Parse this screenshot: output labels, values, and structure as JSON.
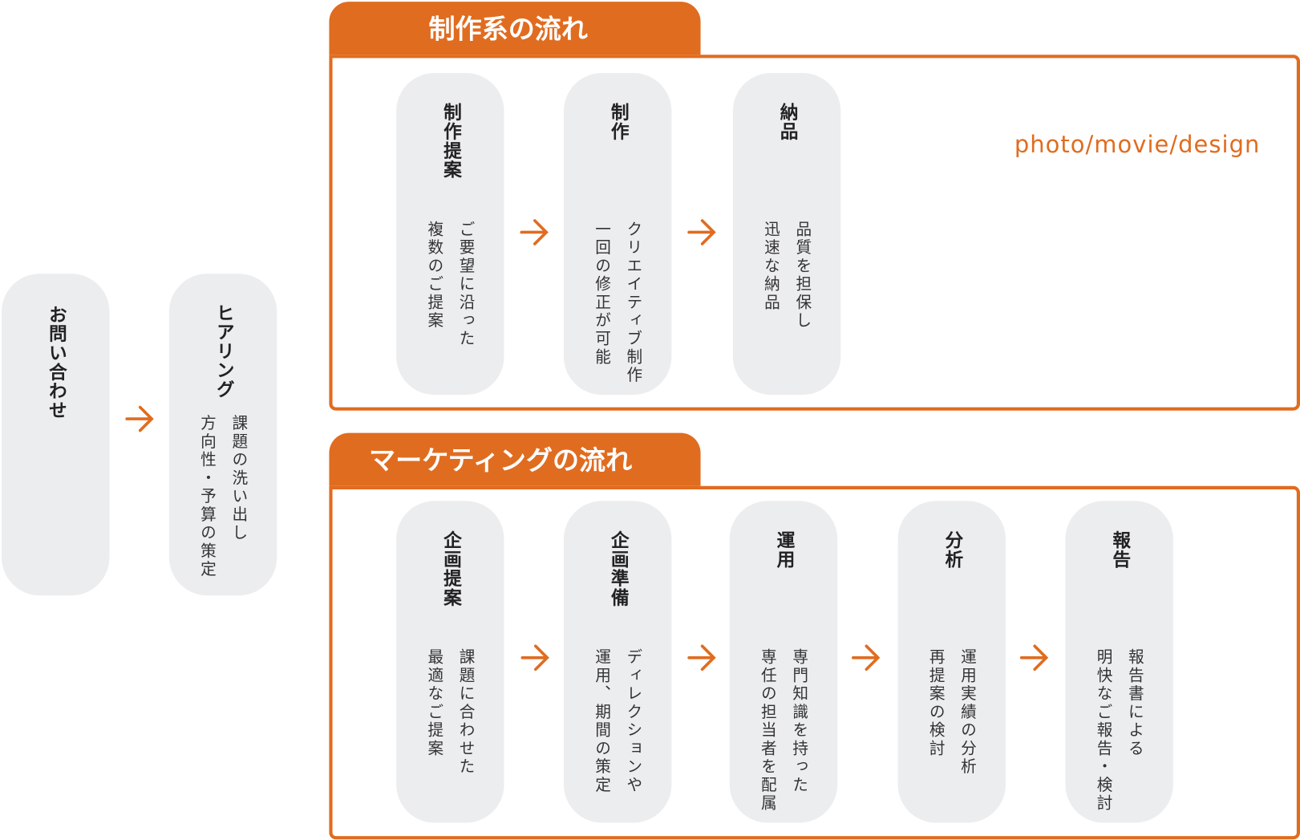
{
  "pre_steps": [
    {
      "title": "お問い合わせ",
      "desc": ""
    },
    {
      "title": "ヒアリング",
      "desc": "課題の洗い出し\n方向性・予算の策定"
    }
  ],
  "production": {
    "title": "制作系の流れ",
    "note": "photo/movie/design",
    "steps": [
      {
        "title": "制作提案",
        "desc": "ご要望に沿った\n複数のご提案"
      },
      {
        "title": "制作",
        "desc": "クリエイティブ制作\n一回の修正が可能"
      },
      {
        "title": "納品",
        "desc": "品質を担保し\n迅速な納品"
      }
    ]
  },
  "marketing": {
    "title": "マーケティングの流れ",
    "steps": [
      {
        "title": "企画提案",
        "desc": "課題に合わせた\n最適なご提案"
      },
      {
        "title": "企画準備",
        "desc": "ディレクションや\n運用、期間の策定"
      },
      {
        "title": "運用",
        "desc": "専門知識を持った\n専任の担当者を配属"
      },
      {
        "title": "分析",
        "desc": "運用実績の分析\n再提案の検討"
      },
      {
        "title": "報告",
        "desc": "報告書による\n明快なご報告・検討"
      }
    ]
  },
  "colors": {
    "accent": "#e06c20",
    "card": "#ecedef"
  }
}
